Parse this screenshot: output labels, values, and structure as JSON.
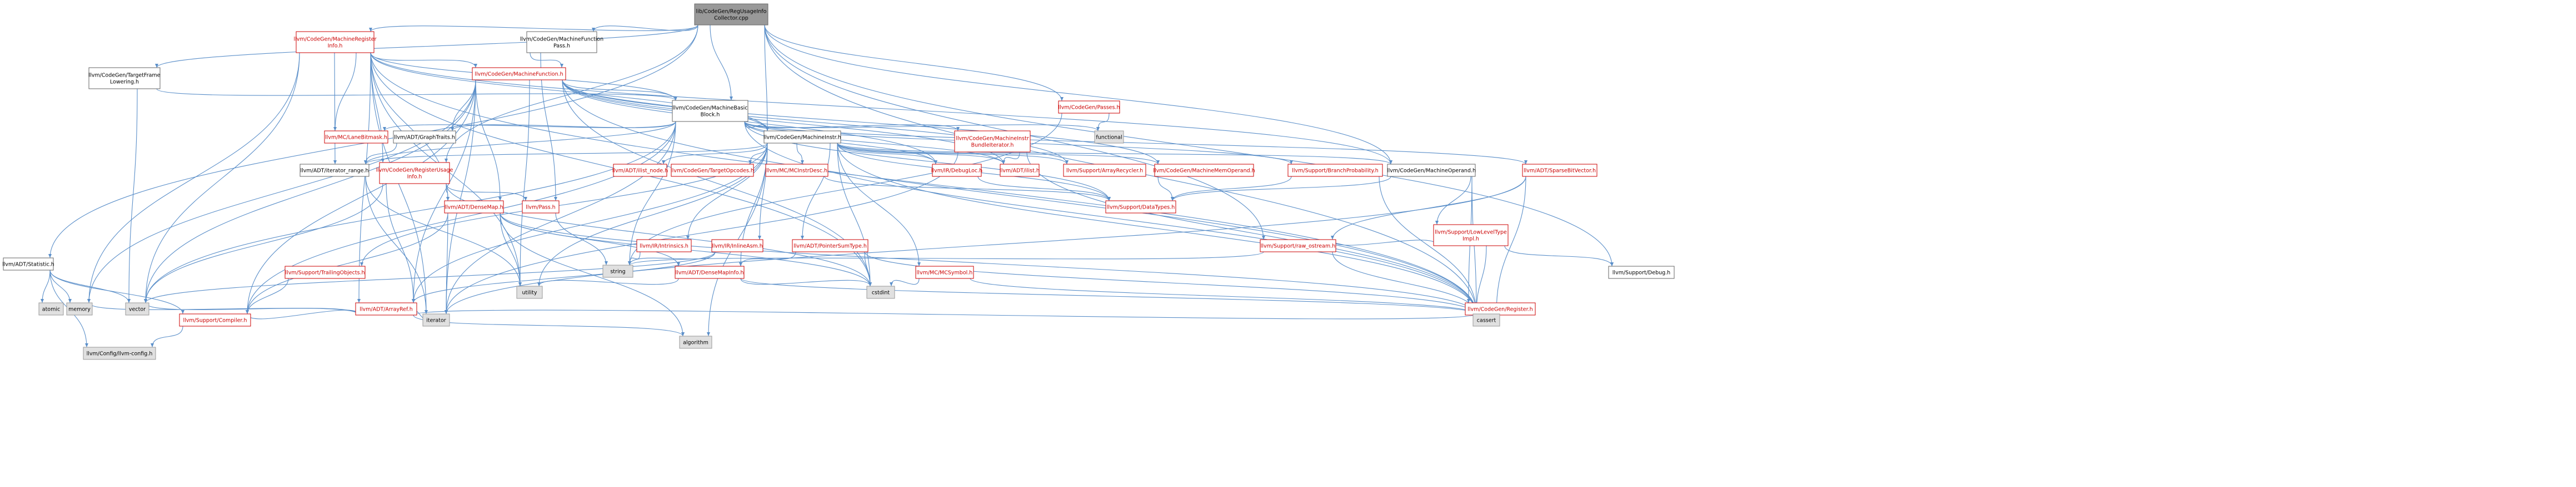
{
  "nodes": [
    {
      "id": "root",
      "lines": [
        "lib/CodeGen/RegUsageInfo",
        "Collector.cpp"
      ],
      "style": "root"
    },
    {
      "id": "mri",
      "lines": [
        "llvm/CodeGen/MachineRegister",
        "Info.h"
      ],
      "style": "red"
    },
    {
      "id": "mfp",
      "lines": [
        "llvm/CodeGen/MachineFunction",
        "Pass.h"
      ],
      "style": "plain"
    },
    {
      "id": "statistic",
      "lines": [
        "llvm/ADT/Statistic.h"
      ],
      "style": "plain"
    },
    {
      "id": "tfl",
      "lines": [
        "llvm/CodeGen/TargetFrame",
        "Lowering.h"
      ],
      "style": "plain"
    },
    {
      "id": "mf",
      "lines": [
        "llvm/CodeGen/MachineFunction.h"
      ],
      "style": "red"
    },
    {
      "id": "mbb",
      "lines": [
        "llvm/CodeGen/MachineBasic",
        "Block.h"
      ],
      "style": "plain"
    },
    {
      "id": "passes",
      "lines": [
        "llvm/CodeGen/Passes.h"
      ],
      "style": "red"
    },
    {
      "id": "functional",
      "lines": [
        "functional"
      ],
      "style": "gray"
    },
    {
      "id": "lanebitmask",
      "lines": [
        "llvm/MC/LaneBitmask.h"
      ],
      "style": "red"
    },
    {
      "id": "graphtraits",
      "lines": [
        "llvm/ADT/GraphTraits.h"
      ],
      "style": "plain"
    },
    {
      "id": "mi",
      "lines": [
        "llvm/CodeGen/MachineInstr.h"
      ],
      "style": "plain"
    },
    {
      "id": "mibundle",
      "lines": [
        "llvm/CodeGen/MachineInstr",
        "BundleIterator.h"
      ],
      "style": "red"
    },
    {
      "id": "iterrange",
      "lines": [
        "llvm/ADT/iterator_range.h"
      ],
      "style": "plain"
    },
    {
      "id": "rui",
      "lines": [
        "llvm/CodeGen/RegisterUsage",
        "Info.h"
      ],
      "style": "red"
    },
    {
      "id": "ilistnode",
      "lines": [
        "llvm/ADT/ilist_node.h"
      ],
      "style": "red"
    },
    {
      "id": "targetopcodes",
      "lines": [
        "llvm/CodeGen/TargetOpcodes.h"
      ],
      "style": "red"
    },
    {
      "id": "mcinstrdesc",
      "lines": [
        "llvm/MC/MCInstrDesc.h"
      ],
      "style": "red"
    },
    {
      "id": "debugloc",
      "lines": [
        "llvm/IR/DebugLoc.h"
      ],
      "style": "red"
    },
    {
      "id": "ilist",
      "lines": [
        "llvm/ADT/ilist.h"
      ],
      "style": "red"
    },
    {
      "id": "arrayrecycler",
      "lines": [
        "llvm/Support/ArrayRecycler.h"
      ],
      "style": "red"
    },
    {
      "id": "mmo",
      "lines": [
        "llvm/CodeGen/MachineMemOperand.h"
      ],
      "style": "red"
    },
    {
      "id": "branchprob",
      "lines": [
        "llvm/Support/BranchProbability.h"
      ],
      "style": "red"
    },
    {
      "id": "mo",
      "lines": [
        "llvm/CodeGen/MachineOperand.h"
      ],
      "style": "plain"
    },
    {
      "id": "sparsebv",
      "lines": [
        "llvm/ADT/SparseBitVector.h"
      ],
      "style": "red"
    },
    {
      "id": "densemap",
      "lines": [
        "llvm/ADT/DenseMap.h"
      ],
      "style": "red"
    },
    {
      "id": "pass",
      "lines": [
        "llvm/Pass.h"
      ],
      "style": "red"
    },
    {
      "id": "intrinsics",
      "lines": [
        "llvm/IR/Intrinsics.h"
      ],
      "style": "red"
    },
    {
      "id": "inlineasm",
      "lines": [
        "llvm/IR/InlineAsm.h"
      ],
      "style": "red"
    },
    {
      "id": "ptrsumtype",
      "lines": [
        "llvm/ADT/PointerSumType.h"
      ],
      "style": "red"
    },
    {
      "id": "datatypes",
      "lines": [
        "llvm/Support/DataTypes.h"
      ],
      "style": "red"
    },
    {
      "id": "rawostream",
      "lines": [
        "llvm/Support/raw_ostream.h"
      ],
      "style": "red"
    },
    {
      "id": "lowleveltype",
      "lines": [
        "llvm/Support/LowLevelType",
        "Impl.h"
      ],
      "style": "red"
    },
    {
      "id": "trailingobj",
      "lines": [
        "llvm/Support/TrailingObjects.h"
      ],
      "style": "red"
    },
    {
      "id": "string",
      "lines": [
        "string"
      ],
      "style": "gray"
    },
    {
      "id": "densemapinfo",
      "lines": [
        "llvm/ADT/DenseMapInfo.h"
      ],
      "style": "red"
    },
    {
      "id": "mcsymbol",
      "lines": [
        "llvm/MC/MCSymbol.h"
      ],
      "style": "red"
    },
    {
      "id": "debug",
      "lines": [
        "llvm/Support/Debug.h"
      ],
      "style": "plain"
    },
    {
      "id": "utility",
      "lines": [
        "utility"
      ],
      "style": "gray"
    },
    {
      "id": "cstdint",
      "lines": [
        "cstdint"
      ],
      "style": "gray"
    },
    {
      "id": "arrayref",
      "lines": [
        "llvm/ADT/ArrayRef.h"
      ],
      "style": "red"
    },
    {
      "id": "register",
      "lines": [
        "llvm/CodeGen/Register.h"
      ],
      "style": "red"
    },
    {
      "id": "atomic",
      "lines": [
        "atomic"
      ],
      "style": "gray"
    },
    {
      "id": "memory",
      "lines": [
        "memory"
      ],
      "style": "gray"
    },
    {
      "id": "vector",
      "lines": [
        "vector"
      ],
      "style": "gray"
    },
    {
      "id": "compiler",
      "lines": [
        "llvm/Support/Compiler.h"
      ],
      "style": "red"
    },
    {
      "id": "iterator",
      "lines": [
        "iterator"
      ],
      "style": "gray"
    },
    {
      "id": "algorithm",
      "lines": [
        "algorithm"
      ],
      "style": "gray"
    },
    {
      "id": "cassert",
      "lines": [
        "cassert"
      ],
      "style": "gray"
    },
    {
      "id": "llvmconfig",
      "lines": [
        "llvm/Config/llvm-config.h"
      ],
      "style": "gray"
    }
  ],
  "edges": [
    [
      "root",
      "mri"
    ],
    [
      "root",
      "mfp"
    ],
    [
      "root",
      "statistic"
    ],
    [
      "root",
      "tfl"
    ],
    [
      "root",
      "mbb"
    ],
    [
      "root",
      "mi"
    ],
    [
      "root",
      "passes"
    ],
    [
      "root",
      "rui"
    ],
    [
      "root",
      "mo"
    ],
    [
      "root",
      "debug"
    ],
    [
      "root",
      "rawostream"
    ],
    [
      "root",
      "cassert"
    ],
    [
      "mri",
      "mf"
    ],
    [
      "mri",
      "mbb"
    ],
    [
      "mri",
      "lanebitmask"
    ],
    [
      "mri",
      "iterrange"
    ],
    [
      "mri",
      "mi"
    ],
    [
      "mri",
      "mo"
    ],
    [
      "mri",
      "densemap"
    ],
    [
      "mri",
      "arrayref"
    ],
    [
      "mri",
      "memory"
    ],
    [
      "mri",
      "vector"
    ],
    [
      "mri",
      "cassert"
    ],
    [
      "mri",
      "iterator"
    ],
    [
      "mri",
      "utility"
    ],
    [
      "mri",
      "cstdint"
    ],
    [
      "mri",
      "rui"
    ],
    [
      "mfp",
      "mf"
    ],
    [
      "mfp",
      "pass"
    ],
    [
      "statistic",
      "compiler"
    ],
    [
      "statistic",
      "atomic"
    ],
    [
      "statistic",
      "memory"
    ],
    [
      "statistic",
      "vector"
    ],
    [
      "statistic",
      "llvmconfig"
    ],
    [
      "tfl",
      "mbb"
    ],
    [
      "tfl",
      "vector"
    ],
    [
      "mf",
      "mbb"
    ],
    [
      "mf",
      "graphtraits"
    ],
    [
      "mf",
      "mmo"
    ],
    [
      "mf",
      "ilist"
    ],
    [
      "mf",
      "arrayrecycler"
    ],
    [
      "mf",
      "recycler"
    ],
    [
      "mf",
      "densemap"
    ],
    [
      "mf",
      "arrayref"
    ],
    [
      "mf",
      "compiler"
    ],
    [
      "mf",
      "vector"
    ],
    [
      "mf",
      "memory"
    ],
    [
      "mf",
      "utility"
    ],
    [
      "mf",
      "cassert"
    ],
    [
      "mf",
      "iterator"
    ],
    [
      "mf",
      "cstdint"
    ],
    [
      "mf",
      "mi"
    ],
    [
      "mf",
      "debugloc"
    ],
    [
      "mbb",
      "mi"
    ],
    [
      "mbb",
      "mibundle"
    ],
    [
      "mbb",
      "graphtraits"
    ],
    [
      "mbb",
      "iterrange"
    ],
    [
      "mbb",
      "lanebitmask"
    ],
    [
      "mbb",
      "branchprob"
    ],
    [
      "mbb",
      "ilist"
    ],
    [
      "mbb",
      "debugloc"
    ],
    [
      "mbb",
      "sparsebv"
    ],
    [
      "mbb",
      "functional"
    ],
    [
      "mbb",
      "string"
    ],
    [
      "mbb",
      "vector"
    ],
    [
      "mbb",
      "iterator"
    ],
    [
      "mbb",
      "cassert"
    ],
    [
      "mbb",
      "compiler"
    ],
    [
      "mbb",
      "datatypes"
    ],
    [
      "passes",
      "functional"
    ],
    [
      "passes",
      "string"
    ],
    [
      "graphtraits",
      "iterrange"
    ],
    [
      "mi",
      "mo"
    ],
    [
      "mi",
      "mmo"
    ],
    [
      "mi",
      "mcinstrdesc"
    ],
    [
      "mi",
      "targetopcodes"
    ],
    [
      "mi",
      "ilistnode"
    ],
    [
      "mi",
      "ilist"
    ],
    [
      "mi",
      "debugloc"
    ],
    [
      "mi",
      "inlineasm"
    ],
    [
      "mi",
      "ptrsumtype"
    ],
    [
      "mi",
      "mcsymbol"
    ],
    [
      "mi",
      "trailingobj"
    ],
    [
      "mi",
      "arrayrecycler"
    ],
    [
      "mi",
      "densemapinfo"
    ],
    [
      "mi",
      "iterrange"
    ],
    [
      "mi",
      "datatypes"
    ],
    [
      "mi",
      "arrayref"
    ],
    [
      "mi",
      "cstdint"
    ],
    [
      "mi",
      "utility"
    ],
    [
      "mi",
      "algorithm"
    ],
    [
      "mi",
      "cassert"
    ],
    [
      "mi",
      "intrinsics"
    ],
    [
      "mibundle",
      "ilist"
    ],
    [
      "mibundle",
      "cassert"
    ],
    [
      "mibundle",
      "iterator"
    ],
    [
      "iterrange",
      "iterator"
    ],
    [
      "iterrange",
      "utility"
    ],
    [
      "rui",
      "densemap"
    ],
    [
      "rui",
      "arrayref"
    ],
    [
      "rui",
      "pass"
    ],
    [
      "rui",
      "vector"
    ],
    [
      "rui",
      "cstdint"
    ],
    [
      "densemap",
      "densemapinfo"
    ],
    [
      "densemap",
      "compiler"
    ],
    [
      "densemap",
      "algorithm"
    ],
    [
      "densemap",
      "cassert"
    ],
    [
      "densemap",
      "iterator"
    ],
    [
      "densemap",
      "utility"
    ],
    [
      "densemap",
      "cstdint"
    ],
    [
      "pass",
      "string"
    ],
    [
      "intrinsics",
      "string"
    ],
    [
      "inlineasm",
      "string"
    ],
    [
      "inlineasm",
      "vector"
    ],
    [
      "inlineasm",
      "arrayref"
    ],
    [
      "ptrsumtype",
      "densemapinfo"
    ],
    [
      "ptrsumtype",
      "cassert"
    ],
    [
      "ptrsumtype",
      "cstdint"
    ],
    [
      "densemapinfo",
      "cassert"
    ],
    [
      "densemapinfo",
      "cstdint"
    ],
    [
      "densemapinfo",
      "utility"
    ],
    [
      "mcsymbol",
      "cassert"
    ],
    [
      "mcsymbol",
      "cstdint"
    ],
    [
      "mo",
      "register"
    ],
    [
      "mo",
      "datatypes"
    ],
    [
      "mo",
      "lowleveltype"
    ],
    [
      "mo",
      "cassert"
    ],
    [
      "lowleveltype",
      "debug"
    ],
    [
      "lowleveltype",
      "rawostream"
    ],
    [
      "lowleveltype",
      "cassert"
    ],
    [
      "rawostream",
      "cassert"
    ],
    [
      "rawostream",
      "string"
    ],
    [
      "sparsebv",
      "rawostream"
    ],
    [
      "sparsebv",
      "cassert"
    ],
    [
      "sparsebv",
      "iterator"
    ],
    [
      "register",
      "cassert"
    ],
    [
      "trailingobj",
      "compiler"
    ],
    [
      "arrayref",
      "compiler"
    ],
    [
      "arrayref",
      "vector"
    ],
    [
      "arrayref",
      "memory"
    ],
    [
      "arrayref",
      "algorithm"
    ],
    [
      "arrayref",
      "cassert"
    ],
    [
      "arrayref",
      "iterator"
    ],
    [
      "compiler",
      "llvmconfig"
    ],
    [
      "branchprob",
      "datatypes"
    ],
    [
      "branchprob",
      "cassert"
    ],
    [
      "debugloc",
      "datatypes"
    ],
    [
      "mmo",
      "datatypes"
    ],
    [
      "mcinstrdesc",
      "datatypes"
    ]
  ]
}
